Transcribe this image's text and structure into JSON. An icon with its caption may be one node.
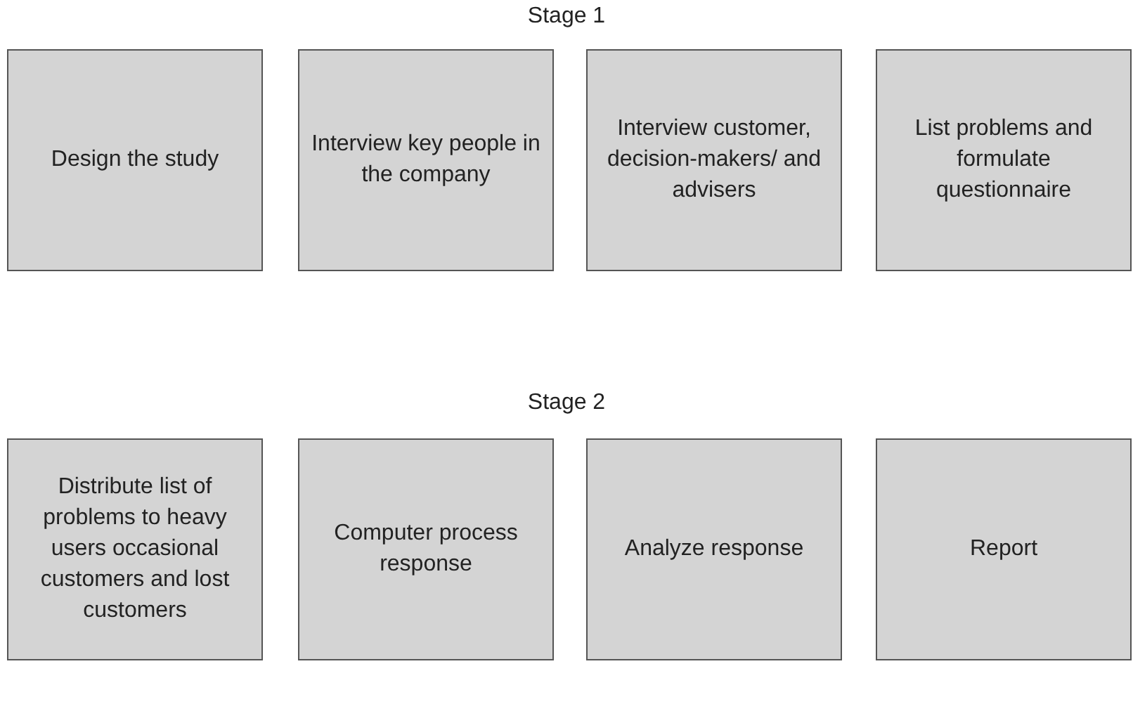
{
  "diagram": {
    "nodes": [
      {
        "text": [
          "Design the study"
        ]
      },
      {
        "text": [
          "Interview key people in the company"
        ]
      },
      {
        "text": [
          "Interview customer, decision-makers/ and advisers"
        ]
      },
      {
        "text": [
          "List problems and formulate questionnaire"
        ]
      },
      {
        "text": [
          "Distribute list of problems to heavy users occasional customers and lost customers"
        ]
      },
      {
        "text": [
          "Computer process response"
        ]
      },
      {
        "text": [
          "Analyze response"
        ]
      },
      {
        "text": [
          "Report"
        ]
      }
    ],
    "labels": [
      "Stage 1",
      "Stage 2"
    ]
  }
}
